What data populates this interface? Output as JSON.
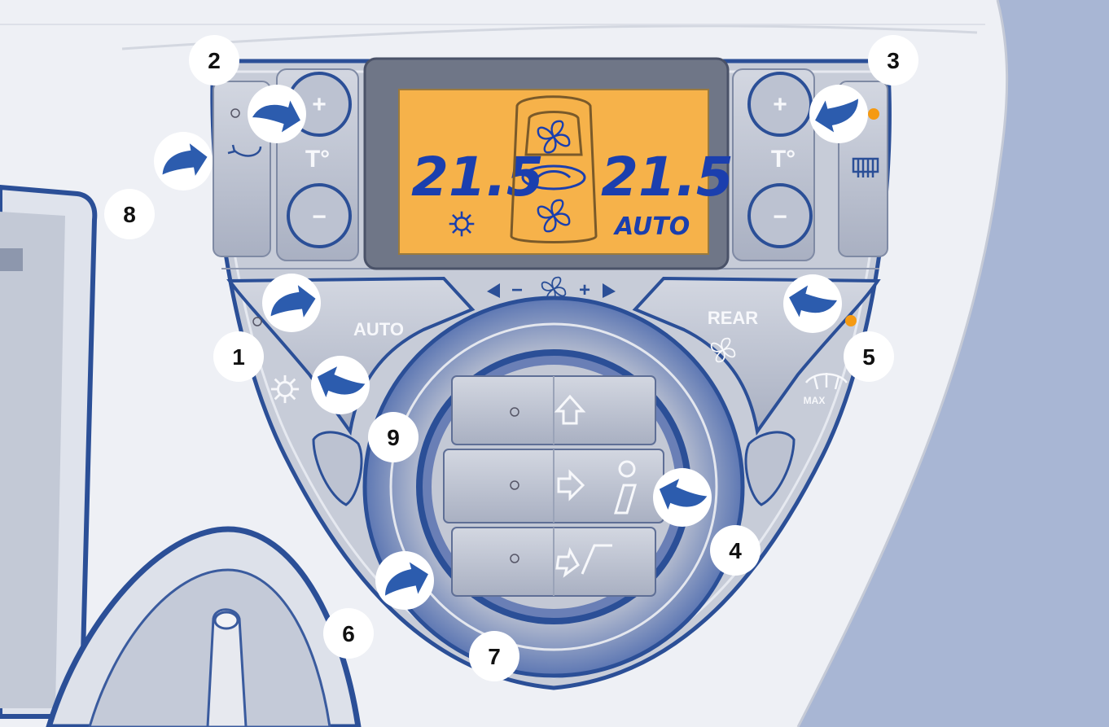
{
  "colors": {
    "background": "#a8b6d4",
    "dashboard": "#eef0f5",
    "panel": "#c7ccd8",
    "button": "#b9bfcd",
    "outline": "#2b4f97",
    "lcd": "#f6b24a",
    "lcd_segment": "#1b3fae",
    "arrow": "#2c5cae",
    "indicator": "#f59a12"
  },
  "display": {
    "left_temp": "21.5",
    "right_temp": "21.5",
    "mode": "AUTO"
  },
  "controls": {
    "temp_symbol": "T°",
    "plus": "+",
    "minus": "−",
    "auto_label": "AUTO",
    "rear_label": "REAR",
    "max_label": "MAX",
    "fan_scale": {
      "minus": "−",
      "plus": "+"
    }
  },
  "callouts": [
    {
      "id": "1",
      "label": "1"
    },
    {
      "id": "2",
      "label": "2"
    },
    {
      "id": "3",
      "label": "3"
    },
    {
      "id": "4",
      "label": "4"
    },
    {
      "id": "5",
      "label": "5"
    },
    {
      "id": "6",
      "label": "6"
    },
    {
      "id": "7",
      "label": "7"
    },
    {
      "id": "8",
      "label": "8"
    },
    {
      "id": "9",
      "label": "9"
    }
  ],
  "icons": [
    "recirculation-icon",
    "rear-defrost-icon",
    "ac-snowflake-icon",
    "windscreen-demist-icon",
    "fan-icon",
    "vent-up-icon",
    "vent-middle-icon",
    "vent-down-icon",
    "seat-icon"
  ]
}
